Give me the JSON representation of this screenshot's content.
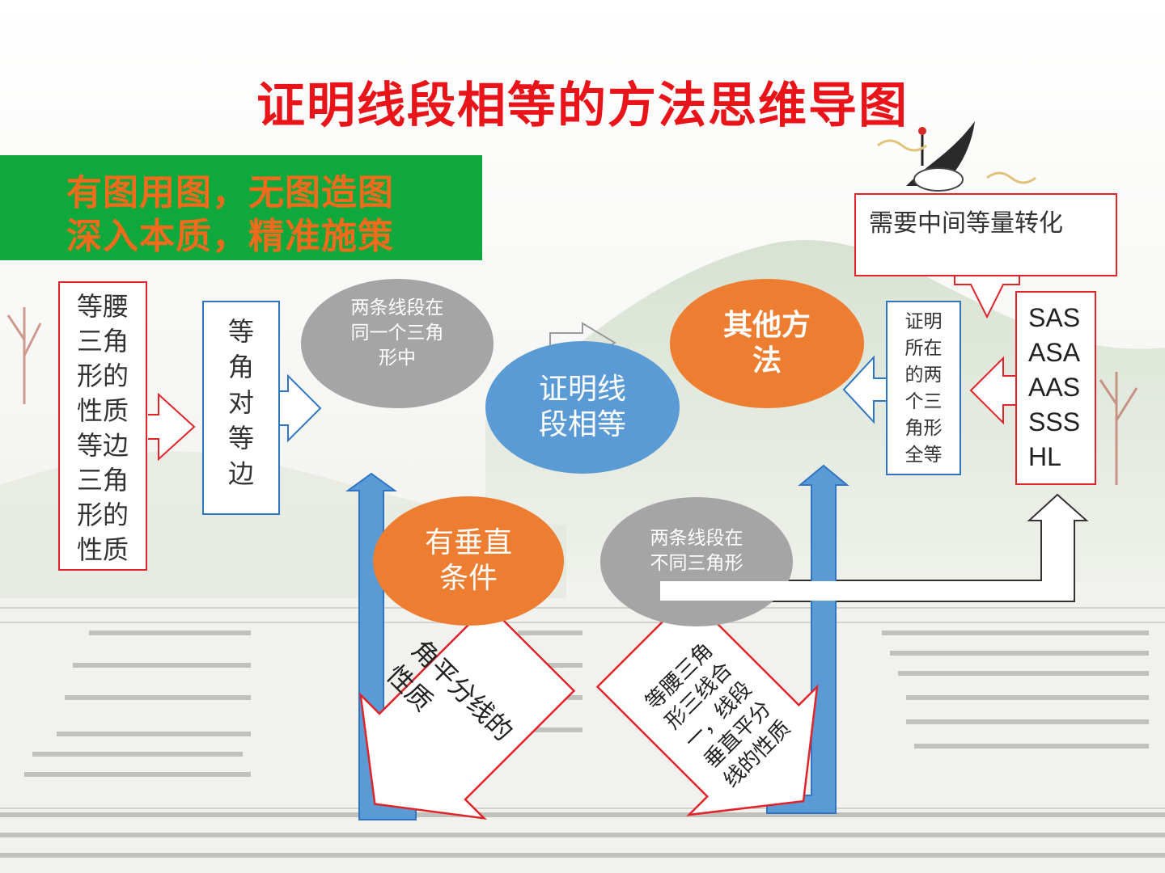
{
  "title": "证明线段相等的方法思维导图",
  "slogan": {
    "line1": "有图用图，无图造图",
    "line2": "深入本质，精准施策"
  },
  "nodes": {
    "isosceles_equilateral": "等腰\n三角\n形的\n性质\n等边\n三角\n形的\n性质",
    "equal_angles_equal_sides": "等\n角\n对\n等\n边",
    "same_triangle": "两条线段在\n同一个三角\n形中",
    "center": "证明线\n段相等",
    "other_methods": "其他方\n法",
    "prove_congruent": "证明\n所在\n的两\n个三\n角形\n全等",
    "congruence_criteria": "SAS\nASA\nAAS\nSSS\nHL",
    "intermediate_transform": "需要中间等量转化",
    "perpendicular_condition": "有垂直\n条件",
    "different_triangles": "两条线段在\n不同三角形",
    "angle_bisector": "角平分线的\n性质",
    "perpendicular_bisector": "等腰三角\n形三线合\n一，线段\n垂直平分\n线的性质"
  },
  "colors": {
    "title": "#e8141a",
    "slogan_bg": "#0fa83c",
    "slogan_text": "#f26a1b",
    "gray_node": "#a5a5a5",
    "blue_node": "#5b9bd5",
    "orange_node": "#ed7d31",
    "red_outline": "#e0242a",
    "blue_outline": "#2f75c3"
  }
}
